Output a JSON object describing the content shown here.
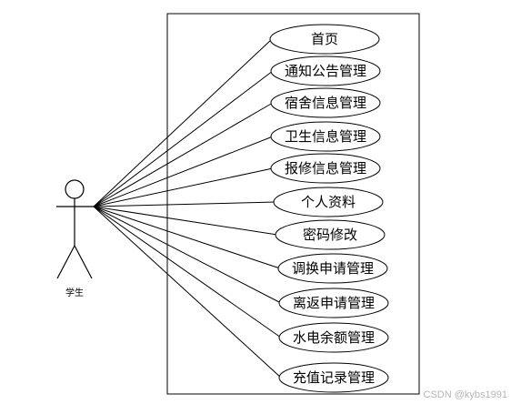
{
  "actor": {
    "label": "学生"
  },
  "use_cases": [
    {
      "id": "home",
      "label": "首页"
    },
    {
      "id": "notice",
      "label": "通知公告管理"
    },
    {
      "id": "dorm",
      "label": "宿舍信息管理"
    },
    {
      "id": "hygiene",
      "label": "卫生信息管理"
    },
    {
      "id": "repair",
      "label": "报修信息管理"
    },
    {
      "id": "profile",
      "label": "个人资料"
    },
    {
      "id": "password",
      "label": "密码修改"
    },
    {
      "id": "swap",
      "label": "调换申请管理"
    },
    {
      "id": "leave-return",
      "label": "离返申请管理"
    },
    {
      "id": "utility",
      "label": "水电余额管理"
    },
    {
      "id": "recharge",
      "label": "充值记录管理"
    }
  ],
  "watermark": "CSDN @kybs1991",
  "colors": {
    "line": "#000000",
    "background": "#ffffff"
  }
}
